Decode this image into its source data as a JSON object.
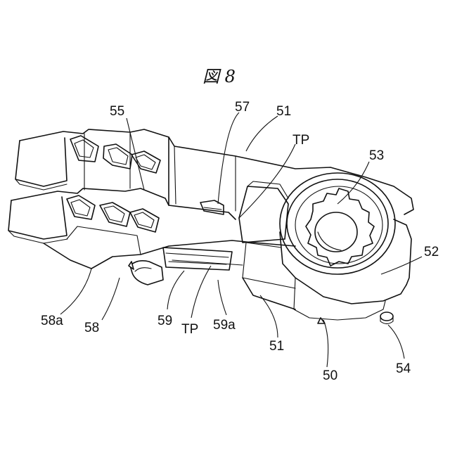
{
  "figure": {
    "title": "図 8"
  },
  "labels": {
    "l55": "55",
    "l57": "57",
    "l51_top": "51",
    "tp_top": "TP",
    "l53": "53",
    "l52": "52",
    "l58a": "58a",
    "l58": "58",
    "l59": "59",
    "tp_bottom": "TP",
    "l59a": "59a",
    "l51_bottom": "51",
    "l50": "50",
    "l54": "54"
  }
}
